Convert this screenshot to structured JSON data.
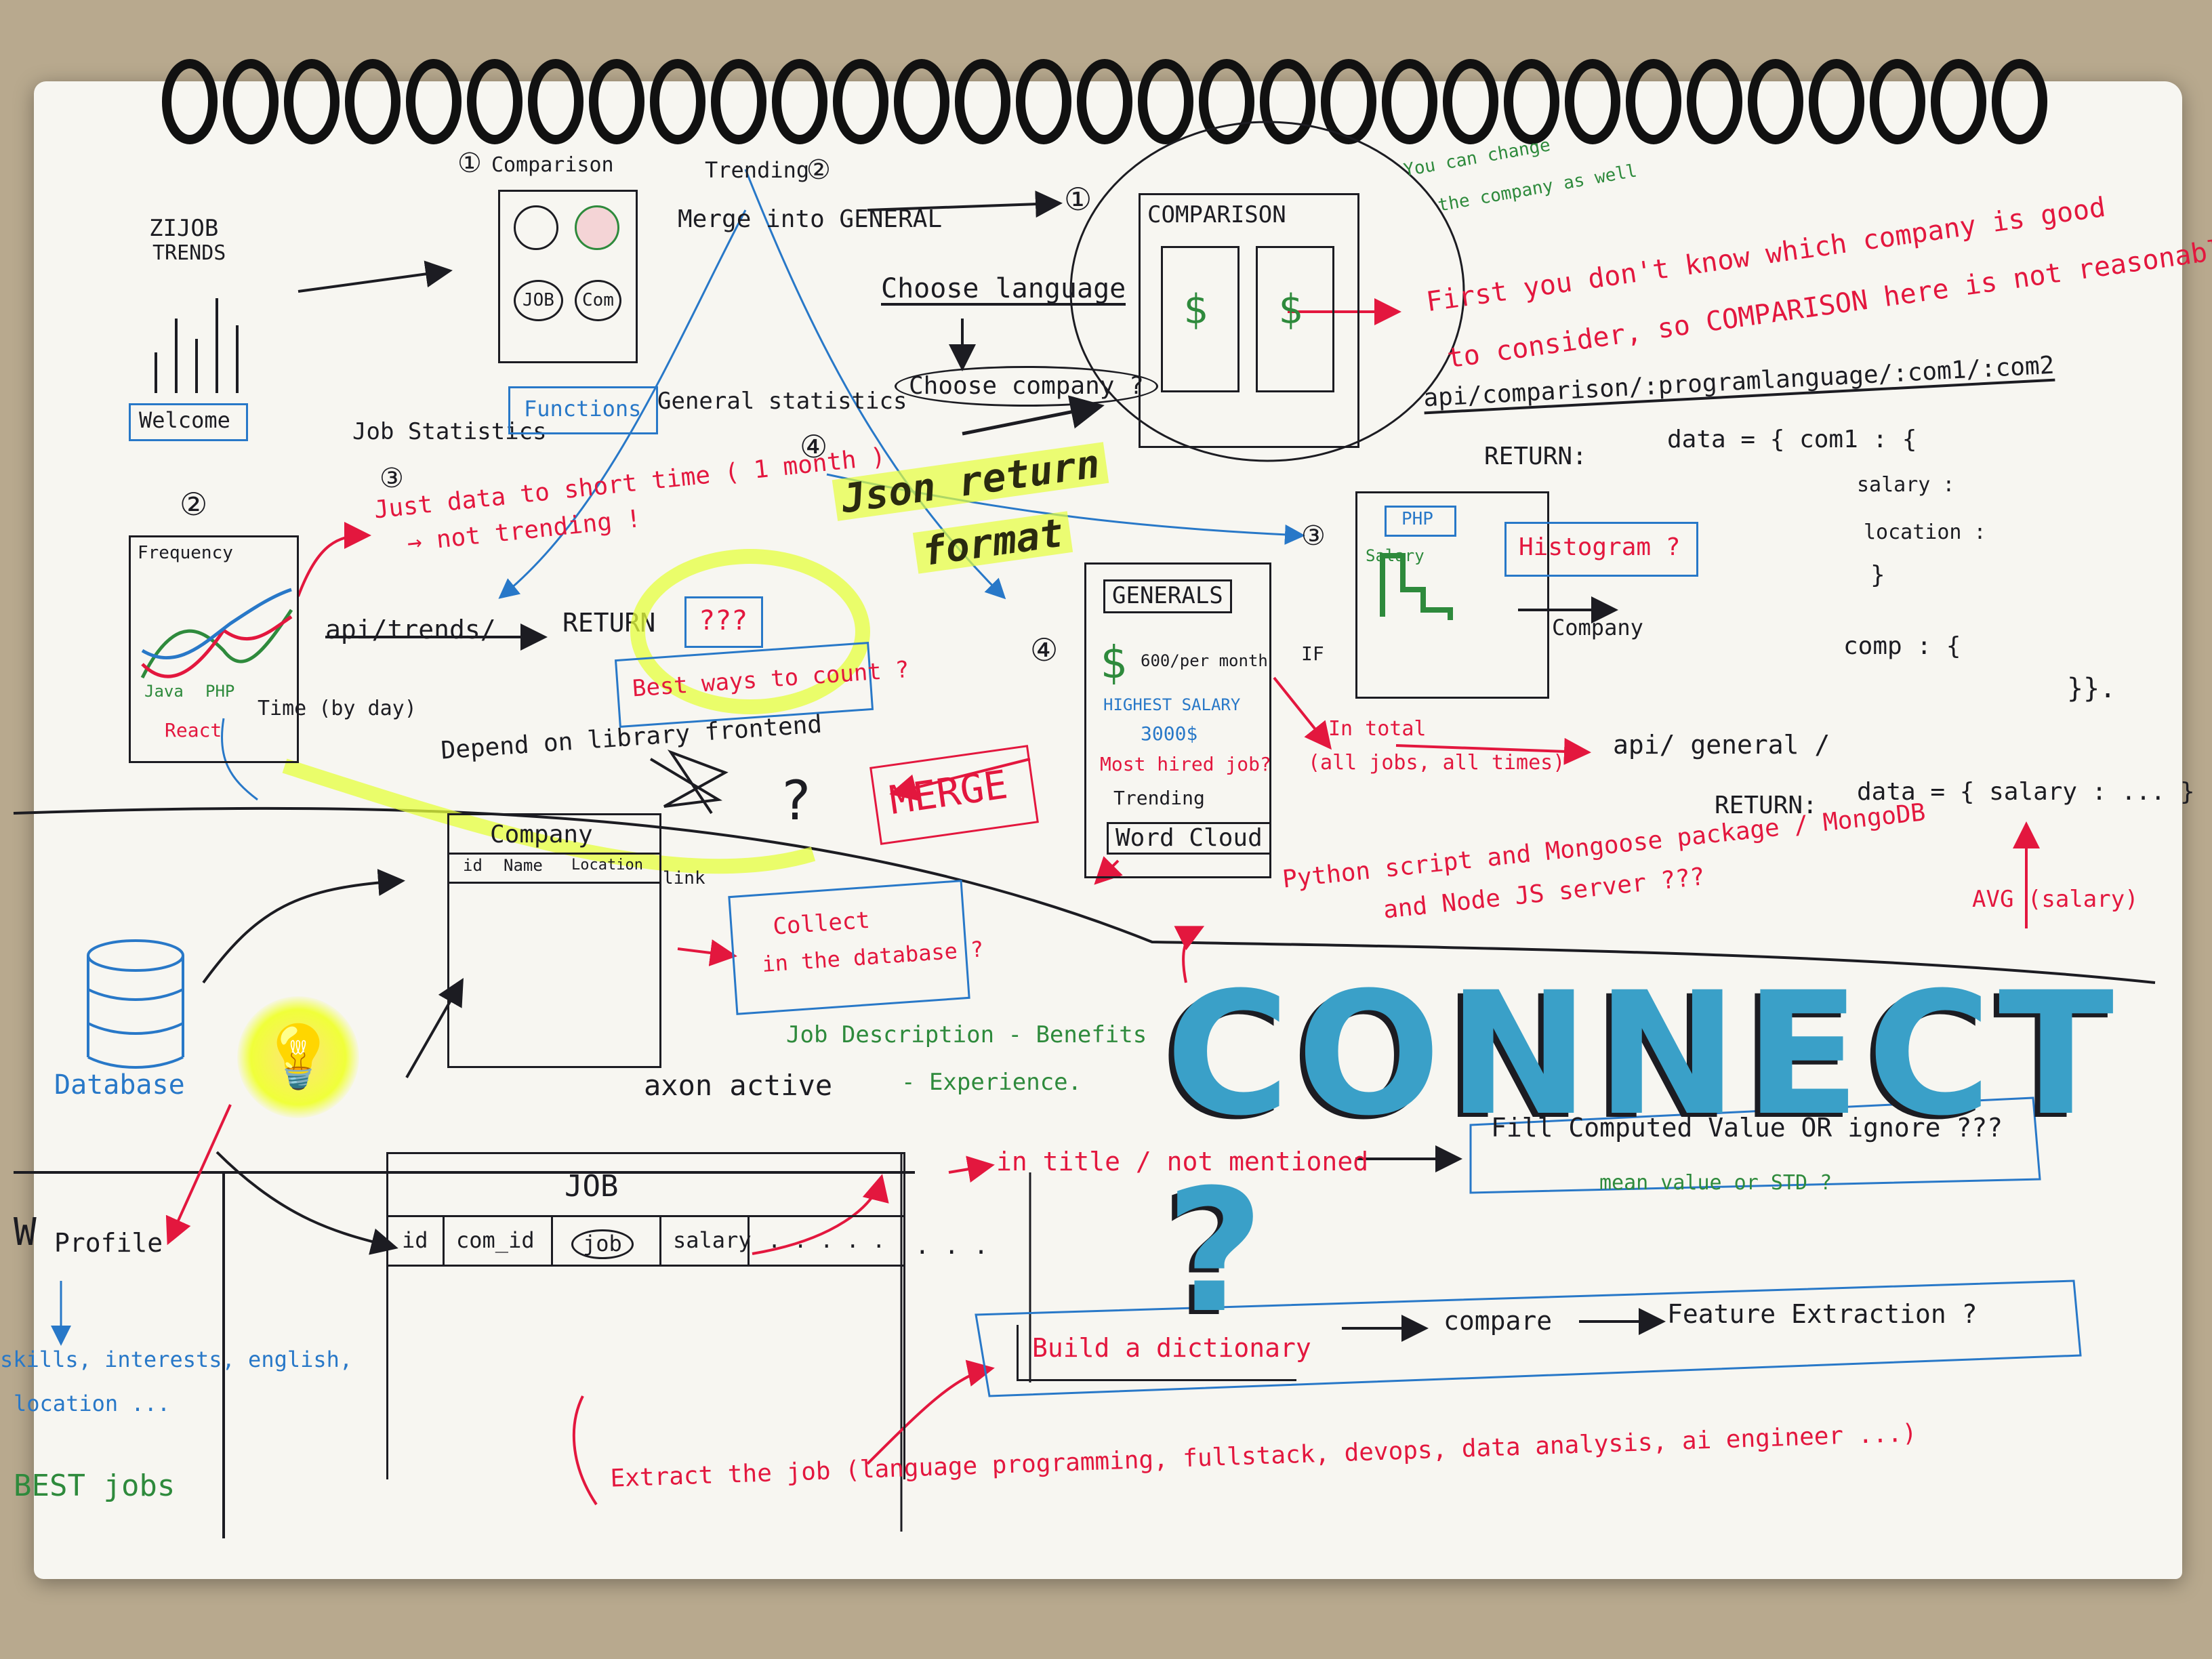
{
  "top_left": {
    "logo_line1": "ZIJOB",
    "logo_line2": "TRENDS",
    "welcome": "Welcome",
    "num1": "①",
    "comparison": "Comparison",
    "trending": "Trending",
    "num2": "②",
    "job": "JOB",
    "com": "Com",
    "merge_general": "Merge into GENERAL",
    "job_statistics": "Job Statistics",
    "functions": "Functions",
    "general_statistics": "General statistics",
    "num3": "③",
    "num4": "④"
  },
  "trend_section": {
    "num": "②",
    "frequency": "Frequency",
    "time": "Time (by day)",
    "lang_php": "PHP",
    "lang_java": "Java",
    "lang_react": "React",
    "note1": "Just data to short time ( 1 month )",
    "note2": "→ not trending !",
    "api": "api/trends/",
    "return": "RETURN",
    "qmarks": "???",
    "best_ways": "Best ways to count ?",
    "depend": "Depend on library frontend"
  },
  "choose_flow": {
    "num": "①",
    "choose_language": "Choose language",
    "choose_company": "Choose company ?",
    "num4": "④",
    "json1": "Json return",
    "json2": "format"
  },
  "comparison_panel": {
    "title": "COMPARISON",
    "green_note1": "You can change",
    "green_note2": "the company as well",
    "red1": "First you don't know which company is good",
    "red2": "to consider, so COMPARISON here is not reasonable.",
    "api": "api/comparison/:programlanguage/:com1/:com2",
    "return": "RETURN:",
    "data": "data = { com1 : {",
    "salary": "salary :",
    "location": "location :",
    "brace": "}",
    "comp": "comp : {",
    "close": "}}."
  },
  "histogram": {
    "num": "③",
    "php": "PHP",
    "salary": "Salary",
    "label": "Histogram ?",
    "company": "Company"
  },
  "generals": {
    "num": "④",
    "title": "GENERALS",
    "dollar": "$",
    "per_month": "600/per month",
    "if": "IF",
    "highest": "HIGHEST SALARY",
    "value": "3000$",
    "most_hired": "Most hired job?",
    "trending": "Trending",
    "word_cloud": "Word Cloud",
    "in_total": "In total",
    "in_total2": "(all jobs, all times)",
    "api": "api/ general /",
    "return": "RETURN:",
    "data": "data = { salary : ... }",
    "avg": "AVG (salary)",
    "python": "Python script and Mongoose package / MongoDB",
    "node": "and Node JS server ???"
  },
  "company_section": {
    "title": "Company",
    "col_id": "id",
    "col_name": "Name",
    "col_location": "Location",
    "col_link": "link",
    "merge": "MERGE",
    "qmark": "?",
    "collect1": "Collect",
    "collect2": "in the database ?"
  },
  "database": {
    "label": "Database",
    "profile": "Profile",
    "profile_detail": "skills, interests, english,",
    "profile_detail2": "location ...",
    "best_jobs": "BEST jobs"
  },
  "job_section": {
    "job_desc1": "Job Description - Benefits",
    "job_desc2": "- Experience.",
    "axon": "axon active",
    "table_title": "JOB",
    "col_id": "id",
    "col_com_id": "com_id",
    "col_job": "job",
    "col_salary": "salary",
    "col_more": ". . . . .",
    "dots": ". . .",
    "in_title": "in title / not mentioned",
    "fill_value": "Fill Computed Value OR ignore ???",
    "mean_value": "mean value or STD ?",
    "build_dict": "Build a dictionary",
    "compare": "compare",
    "feature": "Feature Extraction ?",
    "extract": "Extract the job (language programming, fullstack, devops, data analysis, ai engineer ...)"
  },
  "big_title": "CONNECT ?"
}
